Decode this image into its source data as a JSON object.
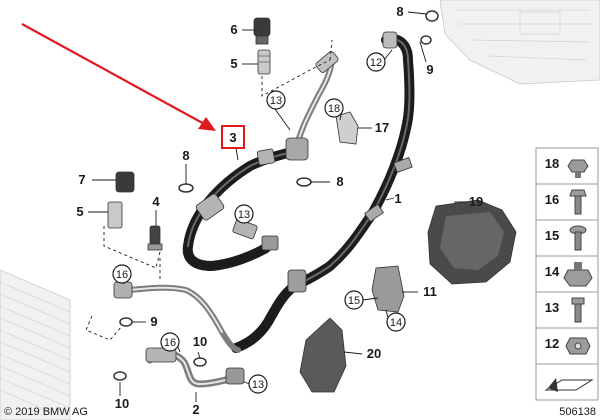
{
  "copyright": "© 2019 BMW AG",
  "diagram_id": "506138",
  "highlighted_callout": "3",
  "callouts": {
    "c1": "1",
    "c2": "2",
    "c3": "3",
    "c4": "4",
    "c5a": "5",
    "c5b": "5",
    "c6": "6",
    "c7": "7",
    "c8a": "8",
    "c8b": "8",
    "c8c": "8",
    "c9a": "9",
    "c9b": "9",
    "c10a": "10",
    "c10b": "10",
    "c11": "11",
    "c12": "12",
    "c13a": "13",
    "c13b": "13",
    "c13c": "13",
    "c14": "14",
    "c15": "15",
    "c16a": "16",
    "c16b": "16",
    "c17": "17",
    "c18": "18",
    "c19": "19",
    "c20": "20"
  },
  "legend": [
    "18",
    "16",
    "15",
    "14",
    "13",
    "12"
  ],
  "colors": {
    "highlight": "#e0191f",
    "arrow": "#e0191f",
    "line": "#1a1a1a"
  },
  "icons": [
    "pointer-arrow",
    "wedge-arrow-icon"
  ]
}
